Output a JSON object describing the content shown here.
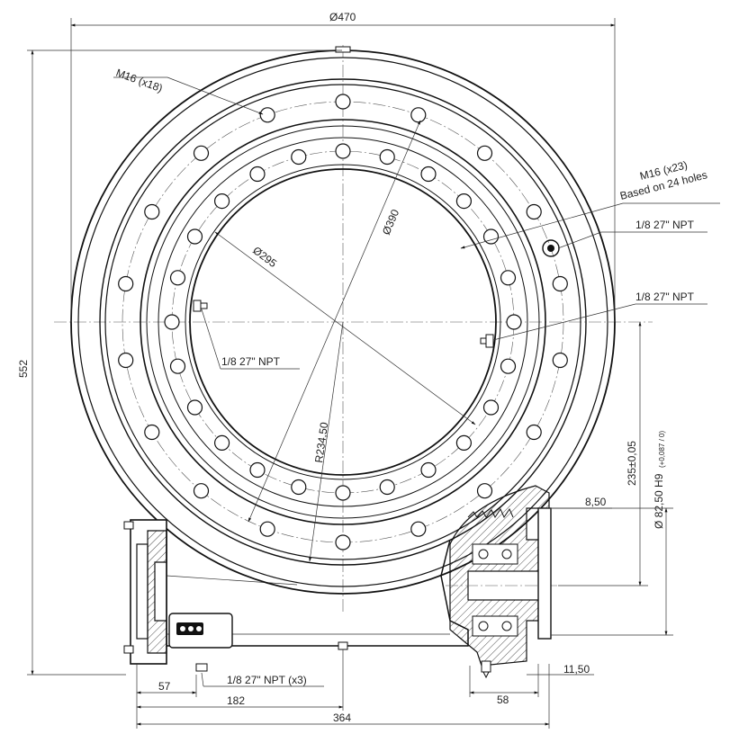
{
  "dimensions": {
    "outer_diameter": "Ø470",
    "height": "552",
    "bolt_circle": "Ø390",
    "inner_bore": "Ø295",
    "radius": "R234,50",
    "offset": "235±0,05",
    "gear_shaft_main": "Ø 82,50 H9",
    "gear_shaft_tol": "(+0,087 / 0)",
    "side_8_50": "8,50",
    "side_11_50": "11,50",
    "bottom_57": "57",
    "bottom_58": "58",
    "bottom_182": "182",
    "bottom_364": "364"
  },
  "callouts": {
    "outer_holes": "M16 (x18)",
    "inner_holes_line1": "M16 (x23)",
    "inner_holes_line2": "Based on 24 holes",
    "npt_top_right": "1/8 27\" NPT",
    "npt_mid_right": "1/8 27\" NPT",
    "npt_left": "1/8 27\" NPT",
    "npt_bottom": "1/8 27\" NPT (x3)"
  },
  "icons": {
    "nameplate": "nameplate-icon"
  }
}
